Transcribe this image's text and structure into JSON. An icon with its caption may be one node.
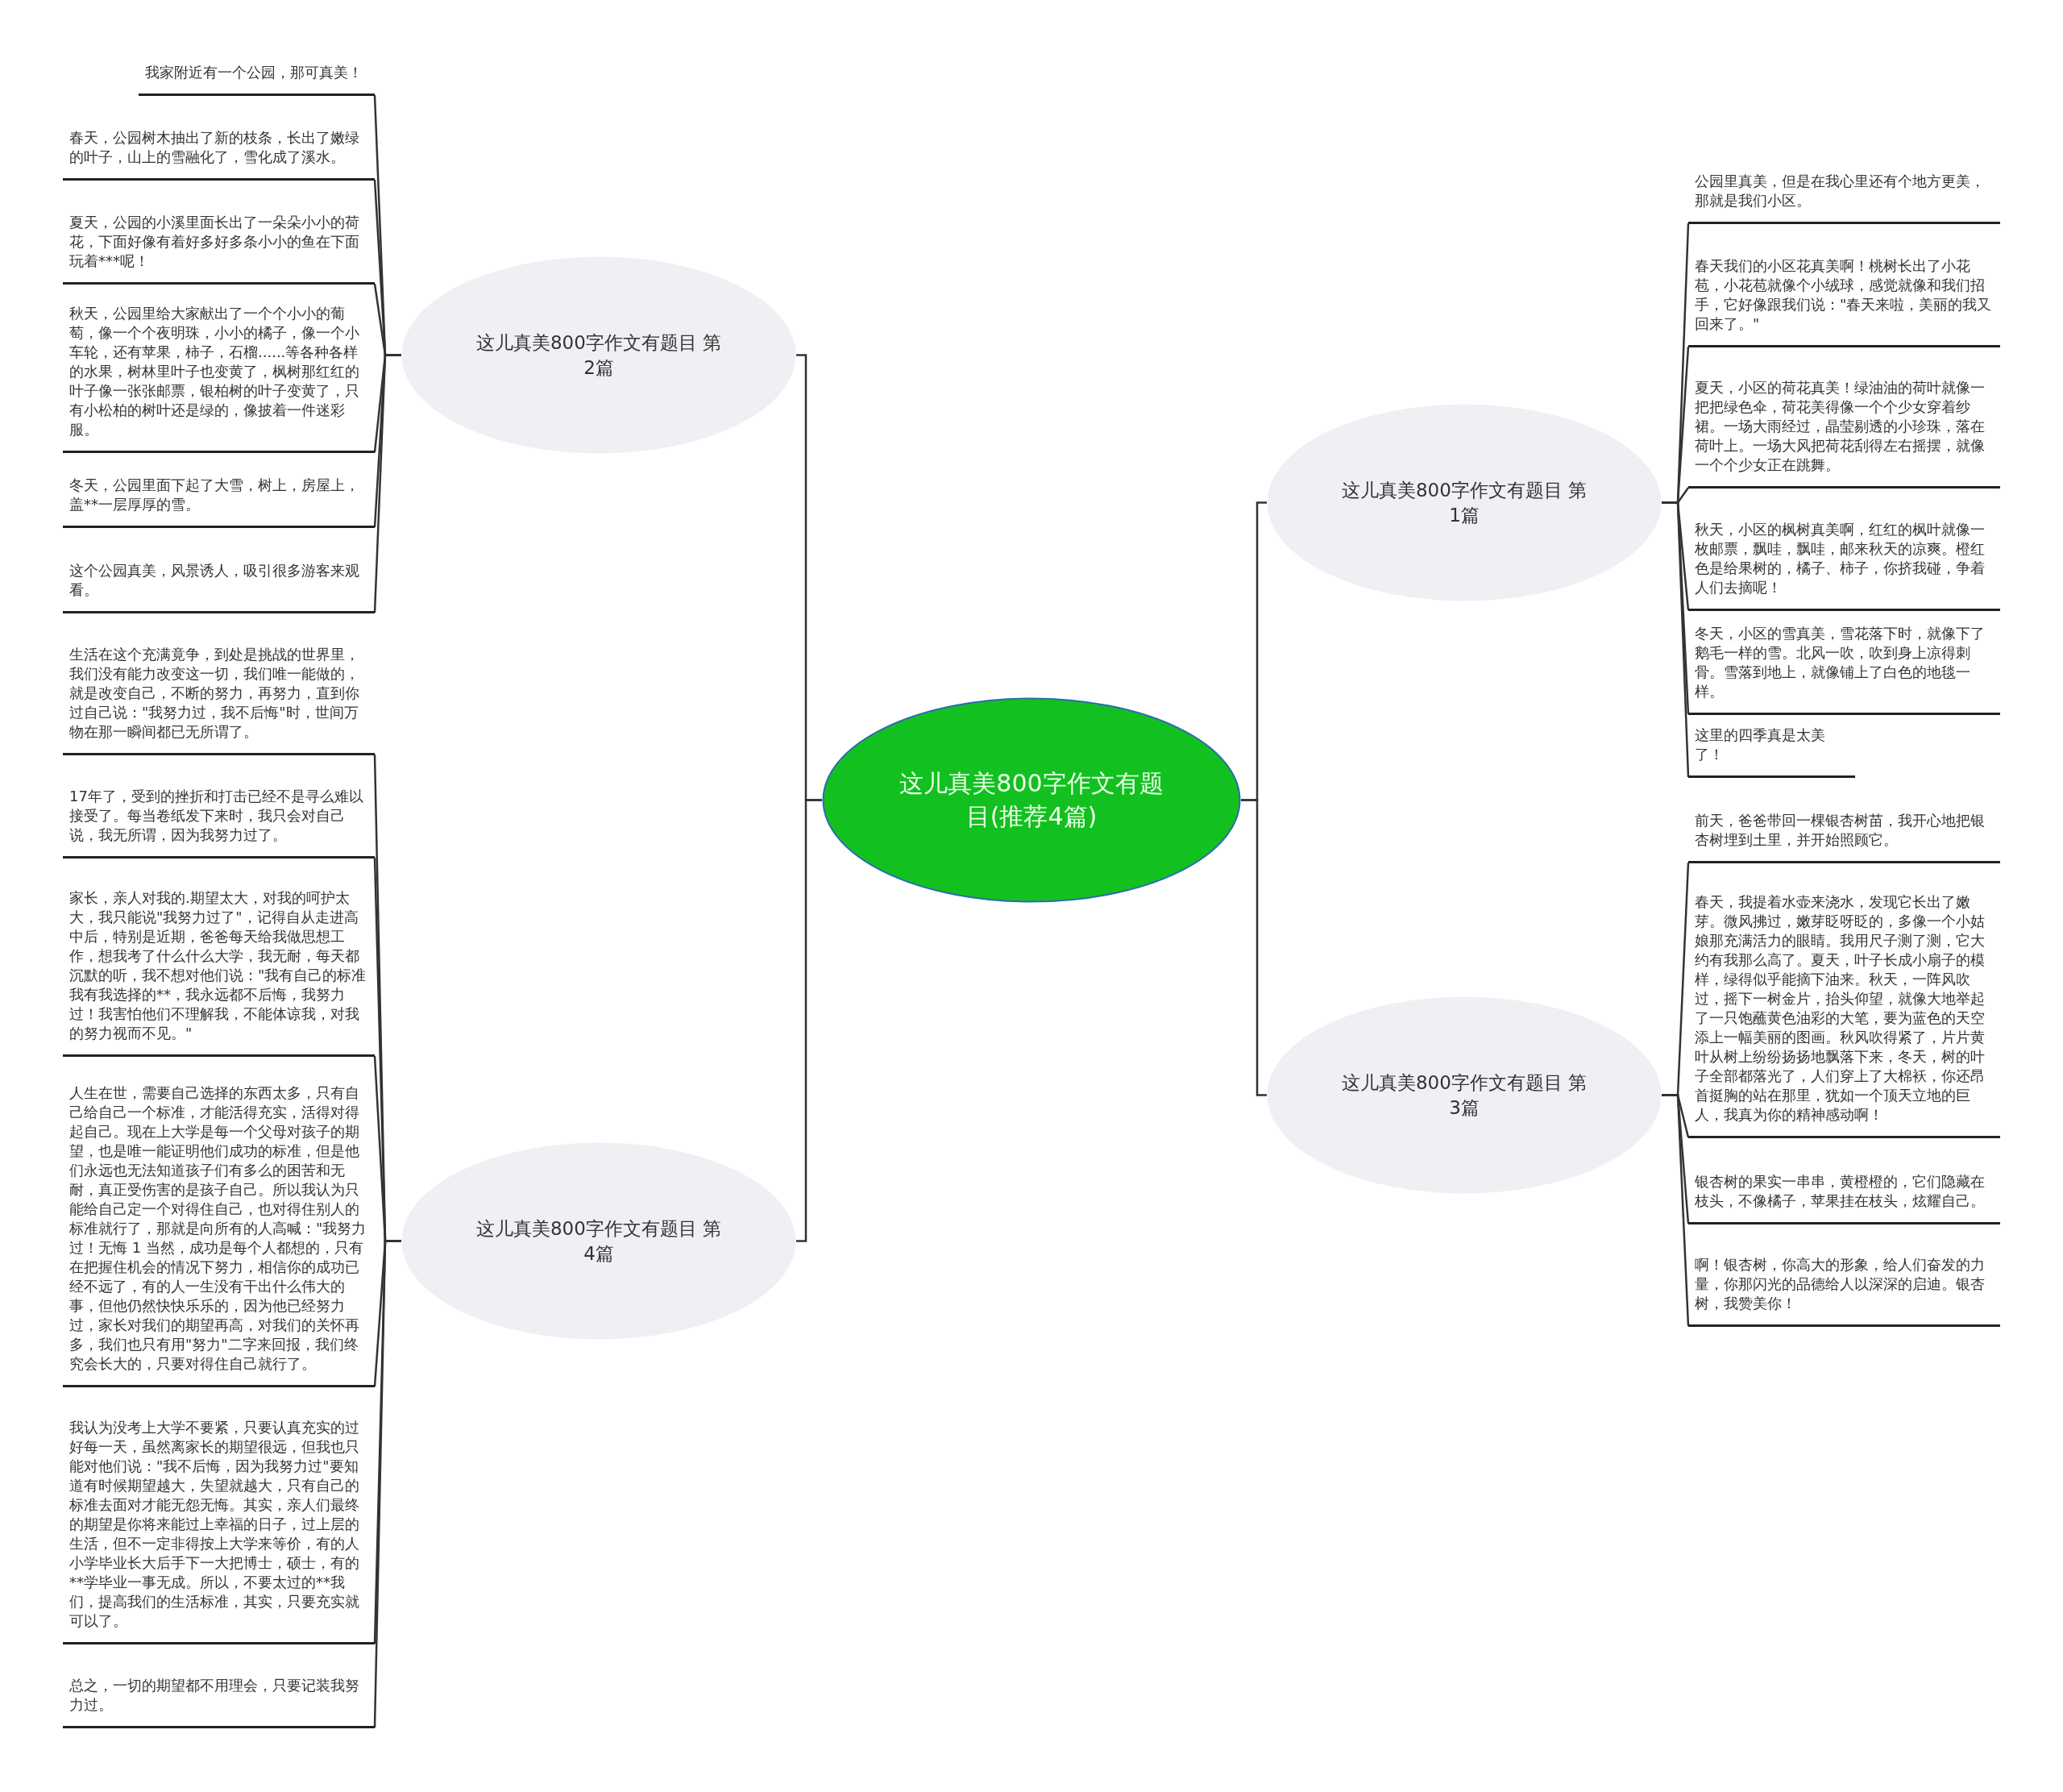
{
  "diagram": {
    "nodes": [
      {
        "text": [
          "这儿真美800字作文有题目(推荐4篇)"
        ]
      },
      {
        "text": [
          "这儿真美800字作文有题目 第1篇"
        ]
      },
      {
        "text": [
          "公园里真美，但是在我心里还有个地方更美，那就是我们小区。"
        ]
      },
      {
        "text": [
          "春天我们的小区花真美啊！桃树长出了小花苞，小花苞就像个小绒球，感觉就像和我们招手，它好像跟我们说：\"春天来啦，美丽的我又回来了。\""
        ]
      },
      {
        "text": [
          "夏天，小区的荷花真美！绿油油的荷叶就像一把把绿色伞，荷花美得像一个个少女穿着纱裙。一场大雨经过，晶莹剔透的小珍珠，落在荷叶上。一场大风把荷花刮得左右摇摆，就像一个个少女正在跳舞。"
        ]
      },
      {
        "text": [
          "秋天，小区的枫树真美啊，红红的枫叶就像一枚邮票，飘哇，飘哇，邮来秋天的凉爽。橙红色是给果树的，橘子、柿子，你挤我碰，争着人们去摘呢！"
        ]
      },
      {
        "text": [
          "冬天，小区的雪真美，雪花落下时，就像下了鹅毛一样的雪。北风一吹，吹到身上凉得刺骨。雪落到地上，就像铺上了白色的地毯一样。"
        ]
      },
      {
        "text": [
          "这里的四季真是太美了！"
        ]
      },
      {
        "text": [
          "这儿真美800字作文有题目 第2篇"
        ]
      },
      {
        "text": [
          "我家附近有一个公园，那可真美！"
        ]
      },
      {
        "text": [
          "春天，公园树木抽出了新的枝条，长出了嫩绿的叶子，山上的雪融化了，雪化成了溪水。"
        ]
      },
      {
        "text": [
          "夏天，公园的小溪里面长出了一朵朵小小的荷花，下面好像有着好多好多条小小的鱼在下面玩着***呢！"
        ]
      },
      {
        "text": [
          "秋天，公园里给大家献出了一个个小小的葡萄，像一个个夜明珠，小小的橘子，像一个小车轮，还有苹果，柿子，石榴......等各种各样的水果，树林里叶子也变黄了，枫树那红红的叶子像一张张邮票，银柏树的叶子变黄了，只有小松柏的树叶还是绿的，像披着一件迷彩服。"
        ]
      },
      {
        "text": [
          "冬天，公园里面下起了大雪，树上，房屋上，盖**一层厚厚的雪。"
        ]
      },
      {
        "text": [
          "这个公园真美，风景诱人，吸引很多游客来观看。"
        ]
      },
      {
        "text": [
          "这儿真美800字作文有题目 第3篇"
        ]
      },
      {
        "text": [
          "前天，爸爸带回一棵银杏树苗，我开心地把银杏树埋到土里，并开始照顾它。"
        ]
      },
      {
        "text": [
          "春天，我提着水壶来浇水，发现它长出了嫩芽。微风拂过，嫩芽眨呀眨的，多像一个小姑娘那充满活力的眼睛。我用尺子测了测，它大约有我那么高了。夏天，叶子长成小扇子的模样，绿得似乎能摘下油来。秋天，一阵风吹过，摇下一树金片，抬头仰望，就像大地举起了一只饱蘸黄色油彩的大笔，要为蓝色的天空添上一幅美丽的图画。秋风吹得紧了，片片黄叶从树上纷纷扬扬地飘落下来，冬天，树的叶子全部都落光了，人们穿上了大棉袄，你还昂首挺胸的站在那里，犹如一个顶天立地的巨人，我真为你的精神感动啊！"
        ]
      },
      {
        "text": [
          "银杏树的果实一串串，黄橙橙的，它们隐藏在枝头，不像橘子，苹果挂在枝头，炫耀自己。"
        ]
      },
      {
        "text": [
          "啊！银杏树，你高大的形象，给人们奋发的力量，你那闪光的品德给人以深深的启迪。银杏树，我赞美你！"
        ]
      },
      {
        "text": [
          "这儿真美800字作文有题目 第4篇"
        ]
      },
      {
        "text": [
          "生活在这个充满竟争，到处是挑战的世界里，我们没有能力改变这一切，我们唯一能做的，就是改变自己，不断的努力，再努力，直到你过自己说：\"我努力过，我不后悔\"时，世间万物在那一瞬间都已无所谓了。"
        ]
      },
      {
        "text": [
          "17年了，受到的挫折和打击已经不是寻么难以接受了。每当卷纸发下来时，我只会对自己说，我无所谓，因为我努力过了。"
        ]
      },
      {
        "text": [
          "家长，亲人对我的.期望太大，对我的呵护太大，我只能说\"我努力过了\"，记得自从走进高中后，特别是近期，爸爸每天给我做思想工作，想我考了什么什么大学，我无耐，每天都沉默的听，我不想对他们说：\"我有自己的标准我有我选择的**，我永远都不后悔，我努力过！我害怕他们不理解我，不能体谅我，对我的努力视而不见。\""
        ]
      },
      {
        "text": [
          "人生在世，需要自己选择的东西太多，只有自己给自己一个标准，才能活得充实，活得对得起自己。现在上大学是每一个父母对孩子的期望，也是唯一能证明他们成功的标准，但是他们永远也无法知道孩子们有多么的困苦和无耐，真正受伤害的是孩子自己。所以我认为只能给自己定一个对得住自己，也对得住别人的标准就行了，那就是向所有的人高喊：\"我努力过！无悔 1 当然，成功是每个人都想的，只有在把握住机会的情况下努力，相信你的成功已经不远了，有的人一生没有干出什么伟大的事，但他仍然快快乐乐的，因为他已经努力过，家长对我们的期望再高，对我们的关怀再多，我们也只有用\"努力\"二字来回报，我们终究会长大的，只要对得住自己就行了。"
        ]
      },
      {
        "text": [
          "我认为没考上大学不要紧，只要认真充实的过好每一天，虽然离家长的期望很远，但我也只能对他们说：\"我不后悔，因为我努力过\"要知道有时候期望越大，失望就越大，只有自己的标准去面对才能无怨无悔。其实，亲人们最终的期望是你将来能过上幸福的日子，过上层的生活，但不一定非得按上大学来等价，有的人小学毕业长大后手下一大把博士，硕士，有的**学毕业一事无成。所以，不要太过的**我们，提高我们的生活标准，其实，只要充实就可以了。"
        ]
      },
      {
        "text": [
          "总之，一切的期望都不用理会，只要记装我努力过。"
        ]
      }
    ],
    "edges": [
      {
        "from": 0,
        "to": 1,
        "arrow": "none"
      },
      {
        "from": 0,
        "to": 8,
        "arrow": "none"
      },
      {
        "from": 0,
        "to": 15,
        "arrow": "none"
      },
      {
        "from": 0,
        "to": 20,
        "arrow": "none"
      },
      {
        "from": 1,
        "to": 2,
        "arrow": "none"
      },
      {
        "from": 1,
        "to": 3,
        "arrow": "none"
      },
      {
        "from": 1,
        "to": 4,
        "arrow": "none"
      },
      {
        "from": 1,
        "to": 5,
        "arrow": "none"
      },
      {
        "from": 1,
        "to": 6,
        "arrow": "none"
      },
      {
        "from": 1,
        "to": 7,
        "arrow": "none"
      },
      {
        "from": 8,
        "to": 9,
        "arrow": "none"
      },
      {
        "from": 8,
        "to": 10,
        "arrow": "none"
      },
      {
        "from": 8,
        "to": 11,
        "arrow": "none"
      },
      {
        "from": 8,
        "to": 12,
        "arrow": "none"
      },
      {
        "from": 8,
        "to": 13,
        "arrow": "none"
      },
      {
        "from": 8,
        "to": 14,
        "arrow": "none"
      },
      {
        "from": 15,
        "to": 16,
        "arrow": "none"
      },
      {
        "from": 15,
        "to": 17,
        "arrow": "none"
      },
      {
        "from": 15,
        "to": 18,
        "arrow": "none"
      },
      {
        "from": 15,
        "to": 19,
        "arrow": "none"
      },
      {
        "from": 20,
        "to": 21,
        "arrow": "none"
      },
      {
        "from": 20,
        "to": 22,
        "arrow": "none"
      },
      {
        "from": 20,
        "to": 23,
        "arrow": "none"
      },
      {
        "from": 20,
        "to": 24,
        "arrow": "none"
      },
      {
        "from": 20,
        "to": 25,
        "arrow": "none"
      },
      {
        "from": 20,
        "to": 26,
        "arrow": "none"
      }
    ]
  }
}
